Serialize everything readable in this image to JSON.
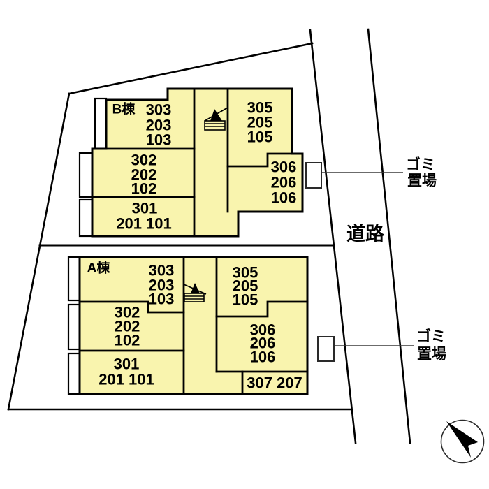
{
  "site": {
    "road_label": "道路"
  },
  "building_b": {
    "label": "B棟",
    "stack_303": [
      "303",
      "203",
      "103"
    ],
    "stack_302": [
      "302",
      "202",
      "102"
    ],
    "stack_301": [
      "301",
      "201 101"
    ],
    "stack_305": [
      "305",
      "205",
      "105"
    ],
    "stack_306": [
      "306",
      "206",
      "106"
    ],
    "garbage": {
      "line1": "ゴミ",
      "line2": "置場"
    }
  },
  "building_a": {
    "label": "A棟",
    "stack_303": [
      "303",
      "203",
      "103"
    ],
    "stack_302": [
      "302",
      "202",
      "102"
    ],
    "stack_301": [
      "301",
      "201 101"
    ],
    "stack_305": [
      "305",
      "205",
      "105"
    ],
    "stack_306": [
      "306",
      "206",
      "106"
    ],
    "row_307": "307 207",
    "garbage": {
      "line1": "ゴミ",
      "line2": "置場"
    }
  },
  "colors": {
    "room_fill": "#F9F4AE",
    "outline": "#000000",
    "background": "#FFFFFF"
  }
}
